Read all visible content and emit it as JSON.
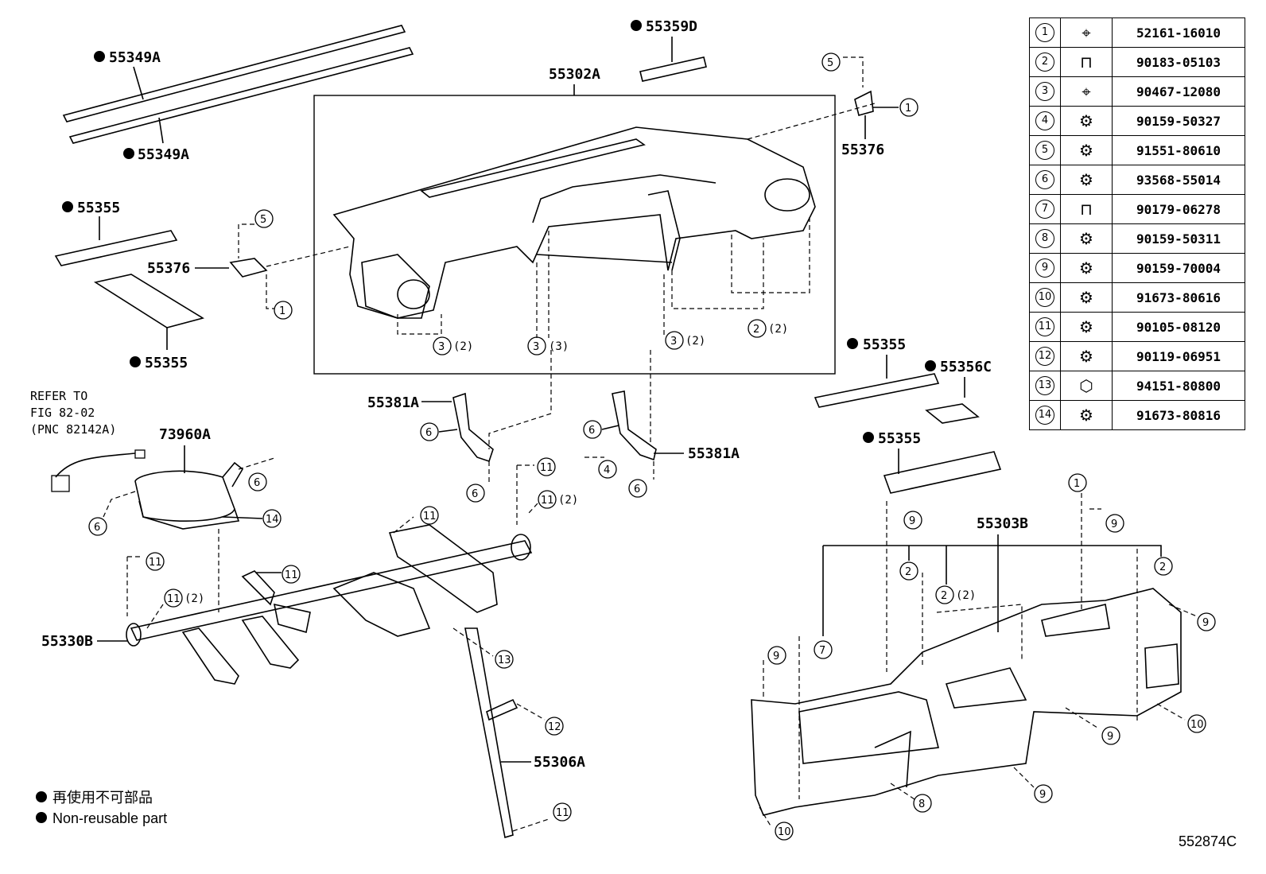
{
  "labels": {
    "55349A_top": "55349A",
    "55349A_bot": "55349A",
    "55359D": "55359D",
    "55302A": "55302A",
    "55376_left": "55376",
    "55376_right": "55376",
    "55355_a": "55355",
    "55355_b": "55355",
    "55355_c": "55355",
    "55355_d": "55355",
    "55356C": "55356C",
    "55381A_left": "55381A",
    "55381A_right": "55381A",
    "73960A": "73960A",
    "55330B": "55330B",
    "55306A": "55306A",
    "55303B": "55303B"
  },
  "refer": {
    "line1": "REFER TO",
    "line2": "FIG 82-02",
    "line3": "(PNC 82142A)"
  },
  "callouts": {
    "c1": "1",
    "c2": "2",
    "c3": "3",
    "c4": "4",
    "c5": "5",
    "c6": "6",
    "c7": "7",
    "c8": "8",
    "c9": "9",
    "c10": "10",
    "c11": "11",
    "c12": "12",
    "c13": "13",
    "c14": "14",
    "qty2": "(2)",
    "qty3": "(3)"
  },
  "legend": {
    "jp": "再使用不可部品",
    "en": "Non-reusable part"
  },
  "figure_code": "552874C",
  "parts_table": [
    {
      "idx": "1",
      "icon": "clip-icon",
      "part": "52161-16010"
    },
    {
      "idx": "2",
      "icon": "nut-clip-icon",
      "part": "90183-05103"
    },
    {
      "idx": "3",
      "icon": "clip-icon",
      "part": "90467-12080"
    },
    {
      "idx": "4",
      "icon": "screw-icon",
      "part": "90159-50327"
    },
    {
      "idx": "5",
      "icon": "screw-icon",
      "part": "91551-80610"
    },
    {
      "idx": "6",
      "icon": "screw-icon",
      "part": "93568-55014"
    },
    {
      "idx": "7",
      "icon": "nut-clip-icon",
      "part": "90179-06278"
    },
    {
      "idx": "8",
      "icon": "screw-icon",
      "part": "90159-50311"
    },
    {
      "idx": "9",
      "icon": "screw-icon",
      "part": "90159-70004"
    },
    {
      "idx": "10",
      "icon": "screw-icon",
      "part": "91673-80616"
    },
    {
      "idx": "11",
      "icon": "screw-icon",
      "part": "90105-08120"
    },
    {
      "idx": "12",
      "icon": "screw-icon",
      "part": "90119-06951"
    },
    {
      "idx": "13",
      "icon": "nut-icon",
      "part": "94151-80800"
    },
    {
      "idx": "14",
      "icon": "screw-icon",
      "part": "91673-80816"
    }
  ]
}
